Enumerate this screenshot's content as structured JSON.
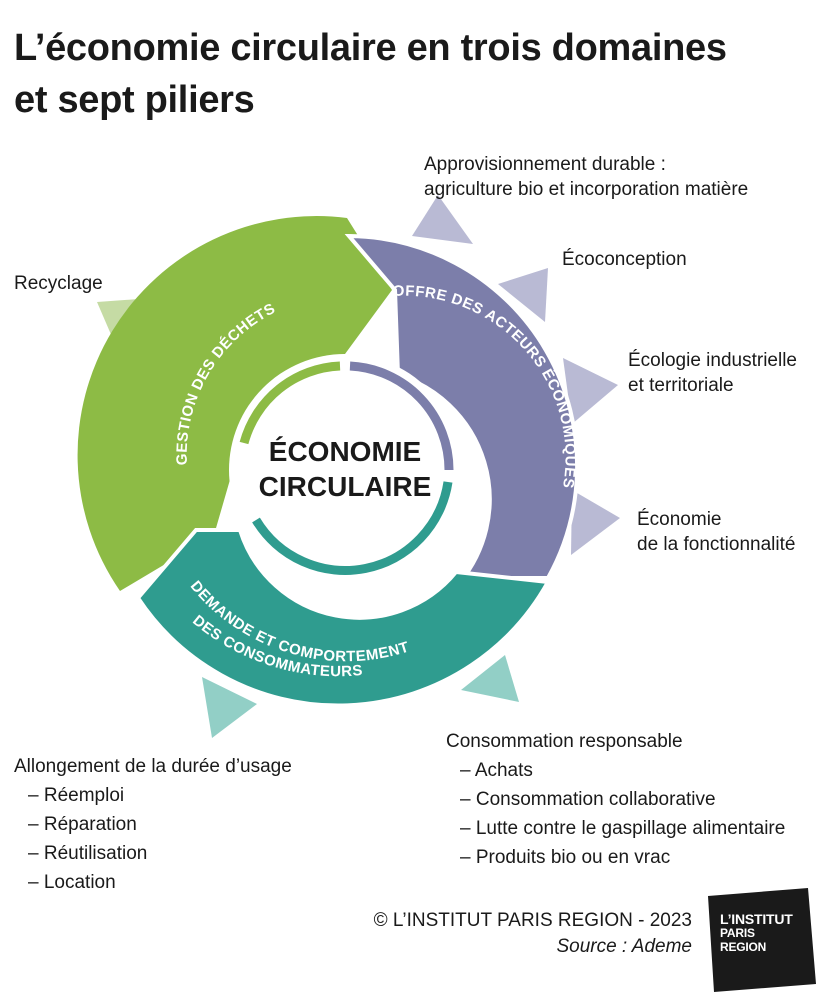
{
  "title": {
    "line1": "L’économie circulaire en trois domaines",
    "line2": "et sept piliers"
  },
  "center": {
    "line1": "ÉCONOMIE",
    "line2": "CIRCULAIRE"
  },
  "domains": {
    "waste": "GESTION DES DÉCHETS",
    "supply": "OFFRE DES ACTEURS ÉCONOMIQUES",
    "demand_line1": "DEMANDE ET COMPORTEMENT",
    "demand_line2": "DES CONSOMMATEURS"
  },
  "pillars": {
    "approvisionnement_1": "Approvisionnement durable :",
    "approvisionnement_2": "agriculture bio et incorporation matière",
    "ecoconception": "Écoconception",
    "ecologie_1": "Écologie industrielle",
    "ecologie_2": "et territoriale",
    "fonctionnalite_1": "Économie",
    "fonctionnalite_2": "de la fonctionnalité",
    "recyclage": "Recyclage",
    "consommation": {
      "head": "Consommation responsable",
      "items": [
        "Achats",
        "Consommation collaborative",
        "Lutte contre le gaspillage alimentaire",
        "Produits bio ou en vrac"
      ]
    },
    "allongement": {
      "head": "Allongement de la durée d’usage",
      "items": [
        "Réemploi",
        "Réparation",
        "Réutilisation",
        "Location"
      ]
    }
  },
  "footer": {
    "copyright": "© L’INSTITUT PARIS REGION - 2023",
    "source": "Source : Ademe"
  },
  "logo": {
    "line1": "L’INSTITUT",
    "line2": "PARIS",
    "line3": "REGION"
  },
  "colors": {
    "green": "#8dbb45",
    "purple": "#7c7eaa",
    "teal": "#2f9c8f",
    "green_light": "#c5dba4",
    "purple_light": "#b9bad4",
    "teal_light": "#92cfc6"
  }
}
